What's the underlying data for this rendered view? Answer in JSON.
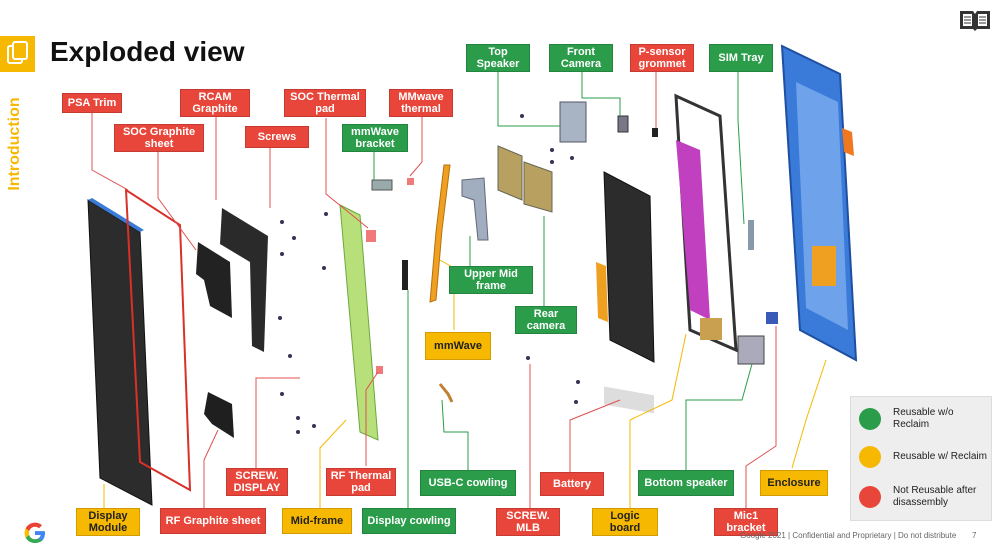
{
  "slide": {
    "title": "Exploded view",
    "section": "Introduction",
    "footer": "Google 2021 | Confidential and Proprietary | Do not distribute",
    "page_number": "7",
    "logo_text": "G",
    "sidebar_icon": "copy-icon",
    "corner_icon": "book-icon"
  },
  "labels": [
    {
      "id": "psa-trim",
      "text": "PSA Trim",
      "color": "red"
    },
    {
      "id": "rcam-graphite",
      "text": "RCAM Graphite",
      "color": "red"
    },
    {
      "id": "soc-thermal-pad",
      "text": "SOC Thermal pad",
      "color": "red"
    },
    {
      "id": "mmwave-thermal",
      "text": "MMwave thermal",
      "color": "red"
    },
    {
      "id": "soc-graphite-sheet",
      "text": "SOC Graphite sheet",
      "color": "red"
    },
    {
      "id": "screws",
      "text": "Screws",
      "color": "red"
    },
    {
      "id": "mmwave-bracket",
      "text": "mmWave bracket",
      "color": "green"
    },
    {
      "id": "top-speaker",
      "text": "Top Speaker",
      "color": "green"
    },
    {
      "id": "front-camera",
      "text": "Front Camera",
      "color": "green"
    },
    {
      "id": "p-sensor-grommet",
      "text": "P-sensor grommet",
      "color": "red"
    },
    {
      "id": "sim-tray",
      "text": "SIM Tray",
      "color": "green"
    },
    {
      "id": "upper-mid-frame",
      "text": "Upper Mid frame",
      "color": "green"
    },
    {
      "id": "rear-camera",
      "text": "Rear camera",
      "color": "green"
    },
    {
      "id": "mmwave",
      "text": "mmWave",
      "color": "yellow"
    },
    {
      "id": "screw-display",
      "text": "SCREW. DISPLAY",
      "color": "red"
    },
    {
      "id": "rf-thermal-pad",
      "text": "RF Thermal pad",
      "color": "red"
    },
    {
      "id": "usb-c-cowling",
      "text": "USB-C cowling",
      "color": "green"
    },
    {
      "id": "battery",
      "text": "Battery",
      "color": "red"
    },
    {
      "id": "bottom-speaker",
      "text": "Bottom speaker",
      "color": "green"
    },
    {
      "id": "enclosure",
      "text": "Enclosure",
      "color": "yellow"
    },
    {
      "id": "display-module",
      "text": "Display Module",
      "color": "yellow"
    },
    {
      "id": "rf-graphite-sheet",
      "text": "RF Graphite sheet",
      "color": "red"
    },
    {
      "id": "mid-frame",
      "text": "Mid-frame",
      "color": "yellow"
    },
    {
      "id": "display-cowling",
      "text": "Display cowling",
      "color": "green"
    },
    {
      "id": "screw-mlb",
      "text": "SCREW. MLB",
      "color": "red"
    },
    {
      "id": "logic-board",
      "text": "Logic board",
      "color": "yellow"
    },
    {
      "id": "mic1-bracket",
      "text": "Mic1 bracket",
      "color": "red"
    }
  ],
  "legend": [
    {
      "text": "Reusable w/o Reclaim",
      "color": "#2a9c4a"
    },
    {
      "text": "Reusable w/ Reclaim",
      "color": "#f6b800"
    },
    {
      "text": "Not Reusable after disassembly",
      "color": "#e8463a"
    }
  ],
  "colors": {
    "red": "#e8463a",
    "green": "#2a9c4a",
    "yellow": "#f6b800",
    "accent": "#f6b800"
  }
}
